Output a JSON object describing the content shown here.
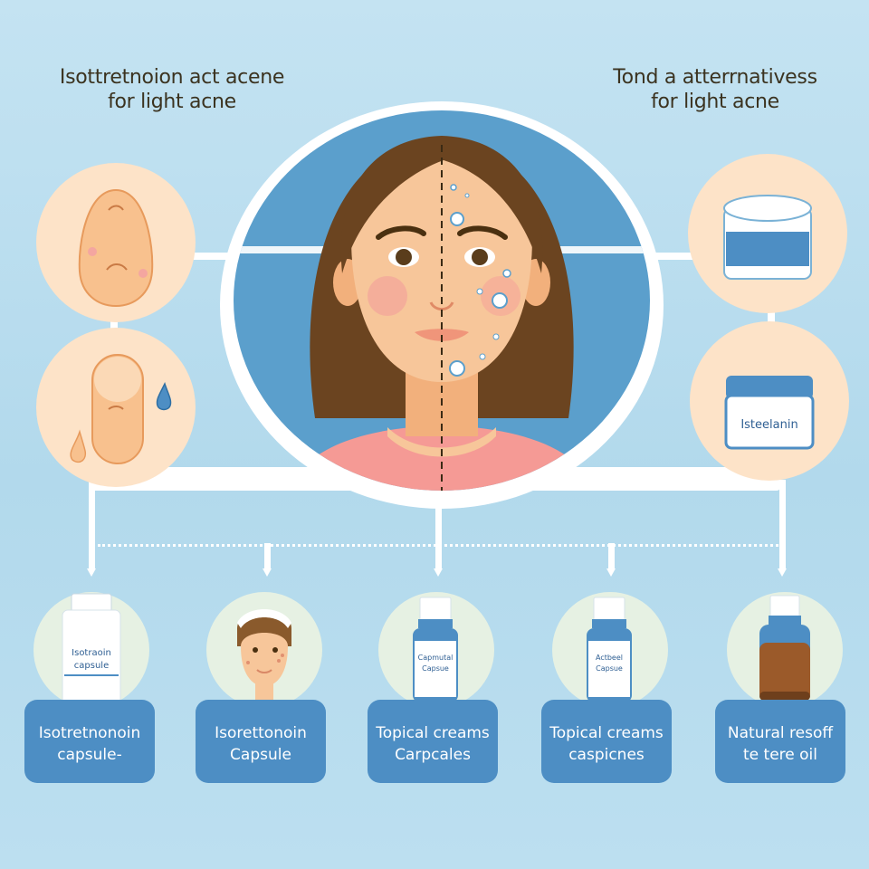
{
  "headings": {
    "left": {
      "line1": "Isottretnoion act acene",
      "line2": "for light  acne"
    },
    "right": {
      "line1": "Tond a atterrnativess",
      "line2": "for light acne"
    }
  },
  "central_illustration": {
    "subject": "woman-face-split-comparison",
    "left_half": "clear-skin",
    "right_half": "acne-spots",
    "divider": "dashed-vertical-line"
  },
  "left_icons": [
    {
      "name": "face-with-pimples-icon"
    },
    {
      "name": "capsule-with-drops-icon"
    }
  ],
  "right_icons": [
    {
      "name": "cream-jar-icon",
      "label": ""
    },
    {
      "name": "labeled-jar-icon",
      "label": "Isteelanin"
    }
  ],
  "options": [
    {
      "icon": "pill-bottle-icon",
      "bottle_label": [
        "Isotraoin",
        "capsule"
      ],
      "title": [
        "Isotretnonoin",
        "capsule-"
      ]
    },
    {
      "icon": "woman-headband-face-icon",
      "bottle_label": [],
      "title": [
        "Isorettonoin",
        "Capsule"
      ]
    },
    {
      "icon": "blue-bottle-icon",
      "bottle_label": [
        "Capmutal",
        "Capsue"
      ],
      "title": [
        "Topical creams",
        "Carpcales"
      ]
    },
    {
      "icon": "blue-bottle-icon",
      "bottle_label": [
        "Actbeel",
        "Capsue"
      ],
      "title": [
        "Topical creams",
        "caspicnes"
      ]
    },
    {
      "icon": "amber-oil-bottle-icon",
      "bottle_label": [],
      "title": [
        "Natural resoff",
        "te tere oil"
      ]
    }
  ],
  "colors": {
    "background": "#c4e3f2",
    "portrait_bg": "#5b9fcc",
    "label_box": "#4d8ec4",
    "side_circle": "#fde3c8",
    "bottom_circle": "#e6f1e3",
    "hair": "#6b4420",
    "skin": "#f7c69a",
    "shirt": "#f59a95"
  }
}
